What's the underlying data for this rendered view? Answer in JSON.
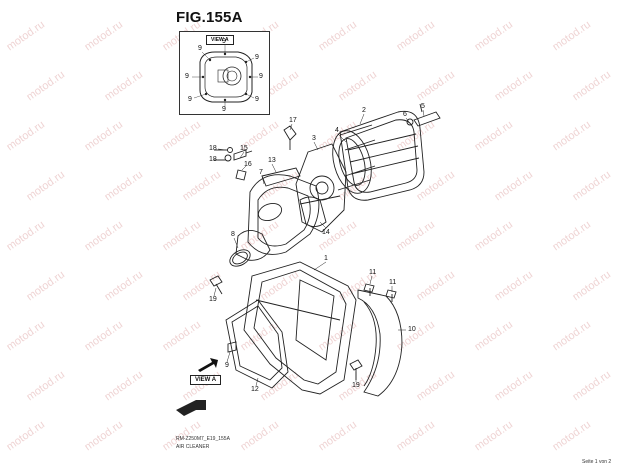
{
  "title": "FIG.155A",
  "view_label": "VIEW A",
  "footer": {
    "model_code": "RM-Z250M7_E19_155A",
    "caption": "AIR CLEANER",
    "page": "Seite 1 von 2"
  },
  "watermark": "motod.ru",
  "inset_callouts": [
    "9",
    "9",
    "9",
    "9",
    "9",
    "9",
    "9",
    "9"
  ],
  "callouts": [
    "1",
    "2",
    "3",
    "4",
    "5",
    "6",
    "7",
    "8",
    "9",
    "10",
    "11",
    "11",
    "12",
    "13",
    "14",
    "15",
    "16",
    "17",
    "18",
    "18",
    "19",
    "19"
  ]
}
